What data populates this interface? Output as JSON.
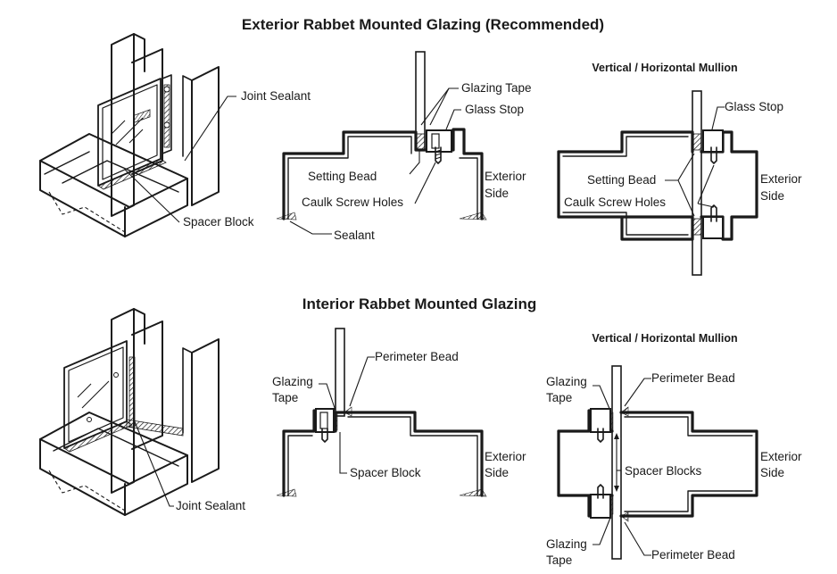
{
  "top": {
    "title": "Exterior Rabbet Mounted Glazing (Recommended)",
    "mullion_title": "Vertical / Horizontal Mullion",
    "iso": {
      "joint_sealant": "Joint Sealant",
      "spacer_block": "Spacer Block"
    },
    "section": {
      "glazing_tape": "Glazing Tape",
      "glass_stop": "Glass Stop",
      "setting_bead": "Setting Bead",
      "caulk_screw_holes": "Caulk Screw Holes",
      "exterior": "Exterior",
      "side": "Side",
      "sealant": "Sealant"
    },
    "mullion": {
      "glass_stop": "Glass Stop",
      "setting_bead": "Setting Bead",
      "caulk_screw_holes": "Caulk Screw Holes",
      "exterior": "Exterior",
      "side": "Side"
    }
  },
  "bottom": {
    "title": "Interior Rabbet Mounted Glazing",
    "mullion_title": "Vertical / Horizontal Mullion",
    "iso": {
      "joint_sealant": "Joint Sealant"
    },
    "section": {
      "perimeter_bead": "Perimeter Bead",
      "glazing": "Glazing",
      "tape": "Tape",
      "spacer_block": "Spacer Block",
      "exterior": "Exterior",
      "side": "Side"
    },
    "mullion": {
      "glazing_top": "Glazing",
      "tape_top": "Tape",
      "perimeter_bead_top": "Perimeter Bead",
      "spacer_blocks": "Spacer Blocks",
      "exterior": "Exterior",
      "side": "Side",
      "glazing_bottom": "Glazing",
      "tape_bottom": "Tape",
      "perimeter_bead_bottom": "Perimeter Bead"
    }
  }
}
